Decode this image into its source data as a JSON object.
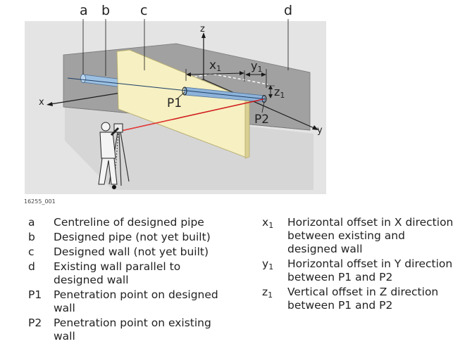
{
  "figure": {
    "callouts": [
      "a",
      "b",
      "c",
      "d"
    ],
    "axes": {
      "x": "x",
      "y": "y",
      "z": "z"
    },
    "offset_labels": {
      "x1": "x",
      "y1": "y",
      "z1": "z",
      "sub": "1"
    },
    "points": {
      "p1": "P1",
      "p2": "P2"
    },
    "figure_id": "16255_001",
    "colors": {
      "background_panel": "#e3e3e3",
      "existing_wall": "#9a9a9a",
      "designed_wall": "#f5efbf",
      "pipe": "#8fb6dd",
      "laser": "#cc1f1f"
    }
  },
  "legend_left": [
    {
      "key": "a",
      "text": "Centreline of designed pipe"
    },
    {
      "key": "b",
      "text": "Designed pipe (not yet built)"
    },
    {
      "key": "c",
      "text": "Designed wall (not yet built)"
    },
    {
      "key": "d",
      "text": "Existing wall parallel to designed wall"
    },
    {
      "key": "P1",
      "text": "Penetration point on designed wall"
    },
    {
      "key": "P2",
      "text": "Penetration point on existing wall"
    }
  ],
  "legend_right": [
    {
      "key_letter": "x",
      "key_sub": "1",
      "text": "Horizontal offset in X direction between existing and designed wall"
    },
    {
      "key_letter": "y",
      "key_sub": "1",
      "text": "Horizontal offset in Y direction between P1 and P2"
    },
    {
      "key_letter": "z",
      "key_sub": "1",
      "text": "Vertical offset in Z direction between P1 and P2"
    }
  ]
}
